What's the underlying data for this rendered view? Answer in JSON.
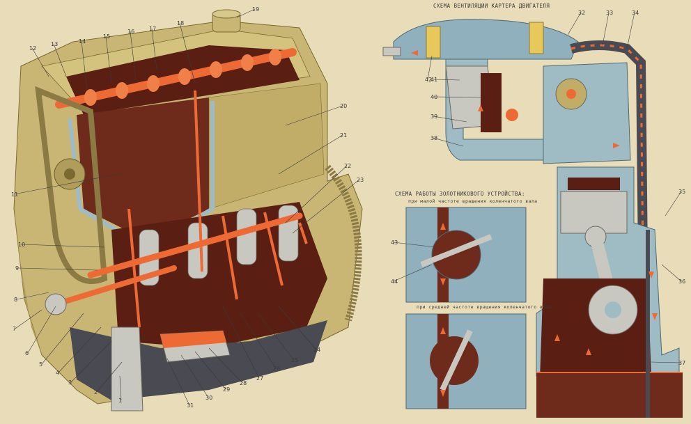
{
  "titles": {
    "ventilation": "СХЕМА ВЕНТИЛЯЦИИ КАРТЕРА ДВИГАТЕЛЯ",
    "spool": "СХЕМА РАБОТЫ ЗОЛОТНИКОВОГО УСТРОЙСТВА:",
    "low_rpm": "при малой частоте вращения коленчатого вала",
    "mid_rpm": "при средней частоте вращения коленчатого вала"
  },
  "callouts": [
    "1",
    "2",
    "3",
    "4",
    "5",
    "6",
    "7",
    "8",
    "9",
    "10",
    "11",
    "12",
    "13",
    "14",
    "15",
    "16",
    "17",
    "18",
    "19",
    "20",
    "21",
    "22",
    "23",
    "24",
    "25",
    "26",
    "27",
    "28",
    "29",
    "30",
    "31",
    "32",
    "33",
    "34",
    "35",
    "36",
    "37",
    "38",
    "39",
    "40",
    "41",
    "42",
    "43",
    "44"
  ],
  "colors": {
    "paper": "#e9dcb8",
    "block": "#c9b675",
    "block_dark": "#a8954f",
    "cutaway": "#6e2a1a",
    "oil": "#e8602c",
    "coolant": "#9fbcc4",
    "steel": "#c8c8c0",
    "sump": "#4a4a52",
    "panel": "#8fb0bc"
  }
}
